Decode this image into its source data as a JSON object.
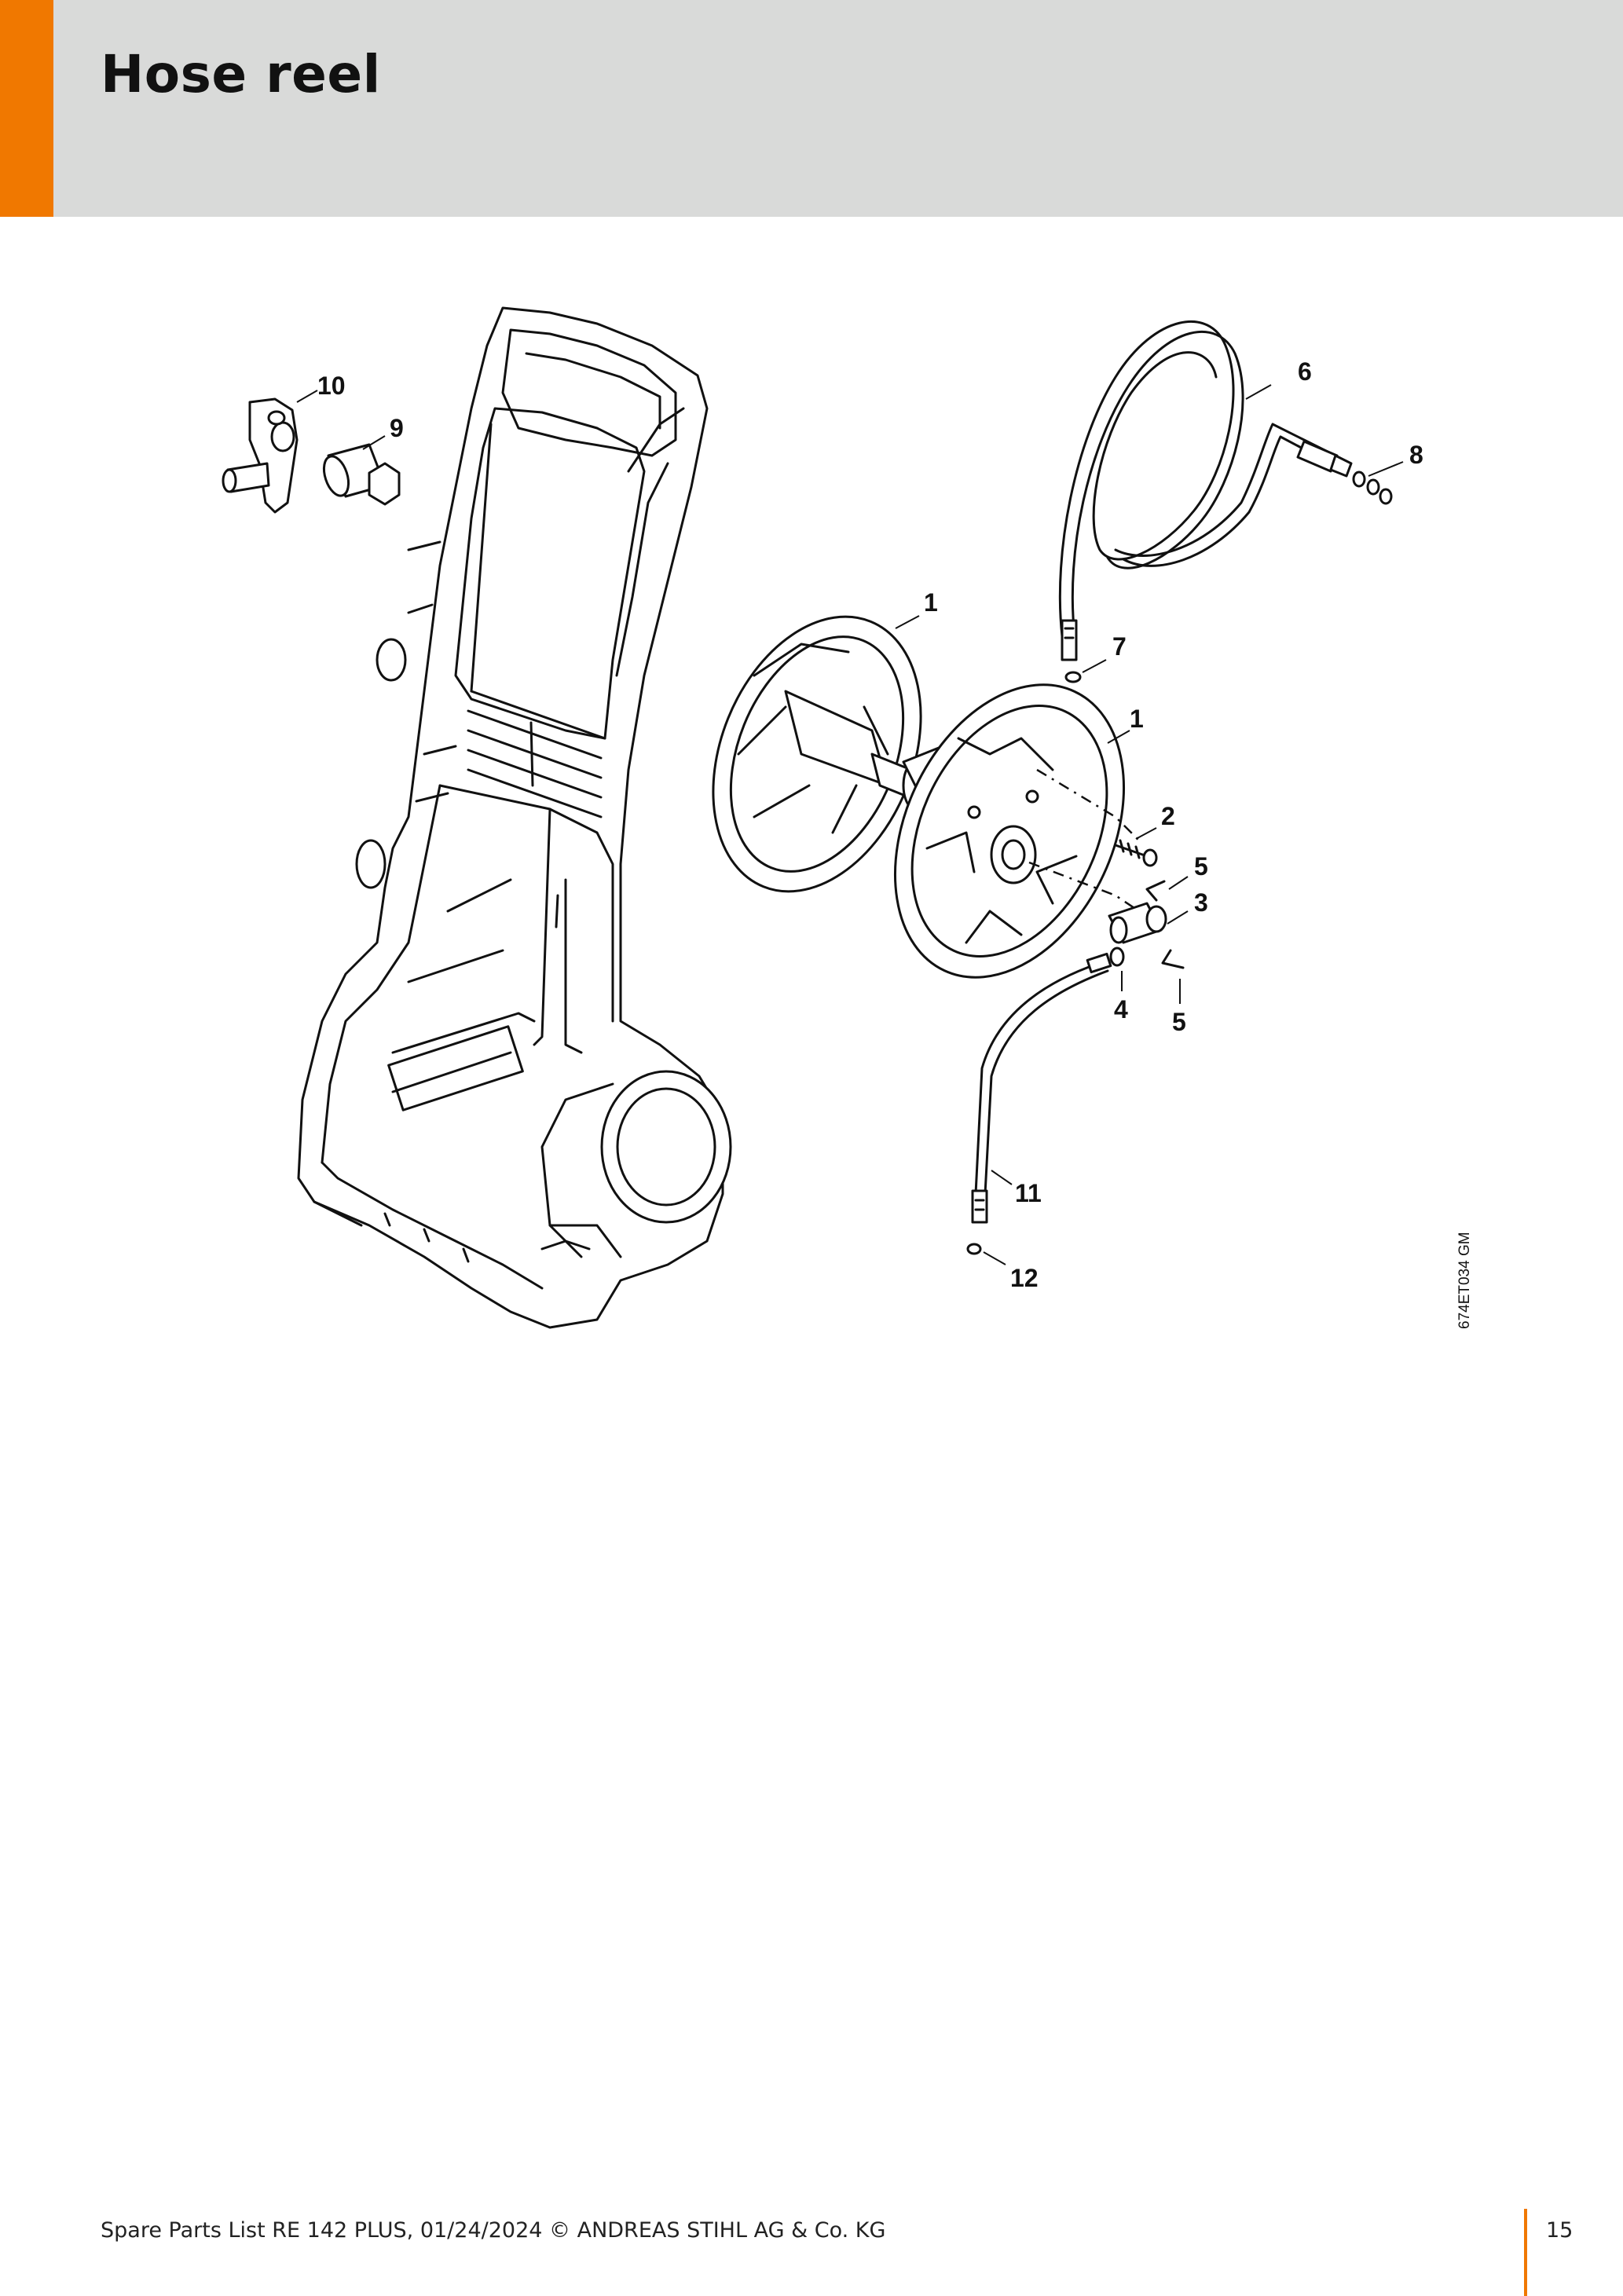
{
  "header": {
    "title": "Hose reel",
    "accent_color": "#f07800",
    "band_color": "#d9dad9"
  },
  "diagram": {
    "drawing_code": "674ET034 GM",
    "callouts": {
      "c1a": "1",
      "c1b": "1",
      "c2": "2",
      "c3": "3",
      "c4": "4",
      "c5a": "5",
      "c5b": "5",
      "c6": "6",
      "c7": "7",
      "c8": "8",
      "c9": "9",
      "c10": "10",
      "c11": "11",
      "c12": "12"
    }
  },
  "footer": {
    "text": "Spare Parts List RE 142 PLUS, 01/24/2024 © ANDREAS STIHL AG & Co. KG",
    "page_number": "15"
  }
}
